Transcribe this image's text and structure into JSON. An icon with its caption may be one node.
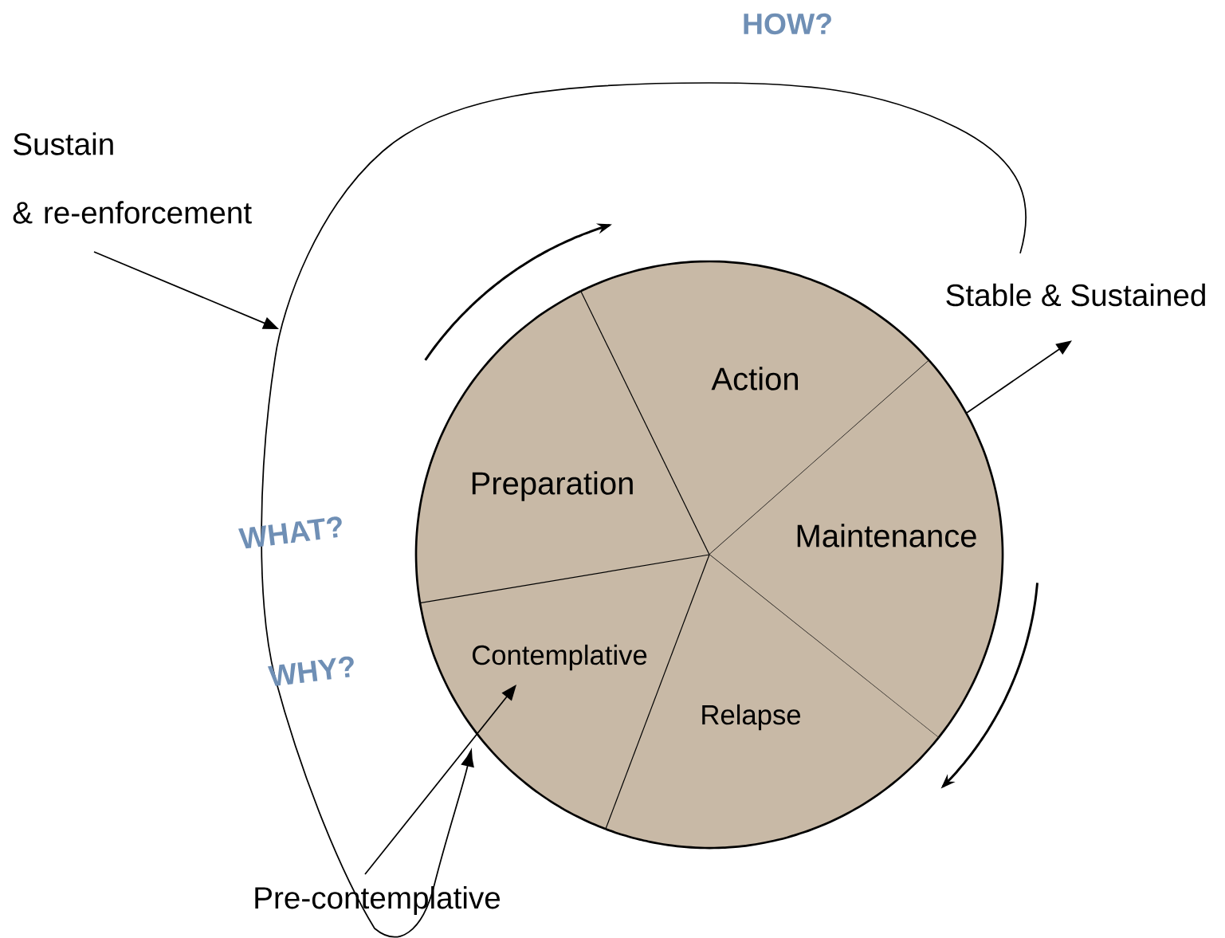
{
  "diagram": {
    "nodes": [
      {
        "text": [
          "Action"
        ]
      },
      {
        "text": [
          "Preparation"
        ]
      },
      {
        "text": [
          "Maintenance"
        ]
      },
      {
        "text": [
          "Contemplative"
        ]
      },
      {
        "text": [
          "Relapse"
        ]
      },
      {
        "text": [
          "Stable & Sustained"
        ]
      },
      {
        "text": [
          "Pre-contemplative"
        ]
      },
      {
        "text": [
          "Sustain & re-enforcement"
        ]
      }
    ],
    "edges": [
      {
        "from": 2,
        "to": 5,
        "arrow": "to"
      },
      {
        "from": 6,
        "to": 3,
        "arrow": "to"
      },
      {
        "from": 5,
        "to": 3,
        "arrow": "to"
      },
      {
        "from": 7,
        "to": null,
        "arrow": "to"
      }
    ],
    "labels": [
      "HOW?",
      "WHAT?",
      "WHY?"
    ]
  }
}
